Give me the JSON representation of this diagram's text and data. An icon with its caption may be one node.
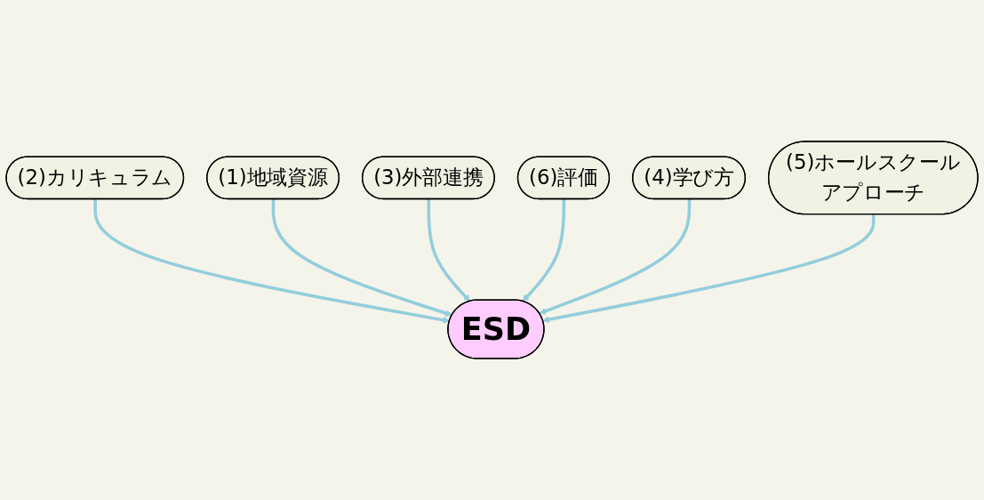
{
  "diagram": {
    "nodes": [
      {
        "text": [
          "(2)カリキュラム"
        ]
      },
      {
        "text": [
          "(1)地域資源"
        ]
      },
      {
        "text": [
          "(3)外部連携"
        ]
      },
      {
        "text": [
          "ESD"
        ]
      },
      {
        "text": [
          "(6)評価"
        ]
      },
      {
        "text": [
          "(4)学び方"
        ]
      },
      {
        "text": [
          "(5)ホールスクールアプローチ"
        ]
      }
    ],
    "edges": [
      {
        "from": 0,
        "to": 3,
        "arrow": "to"
      },
      {
        "from": 1,
        "to": 3,
        "arrow": "to"
      },
      {
        "from": 2,
        "to": 3,
        "arrow": "to"
      },
      {
        "from": 4,
        "to": 3,
        "arrow": "to"
      },
      {
        "from": 5,
        "to": 3,
        "arrow": "to"
      },
      {
        "from": 6,
        "to": 3,
        "arrow": "to"
      }
    ]
  }
}
